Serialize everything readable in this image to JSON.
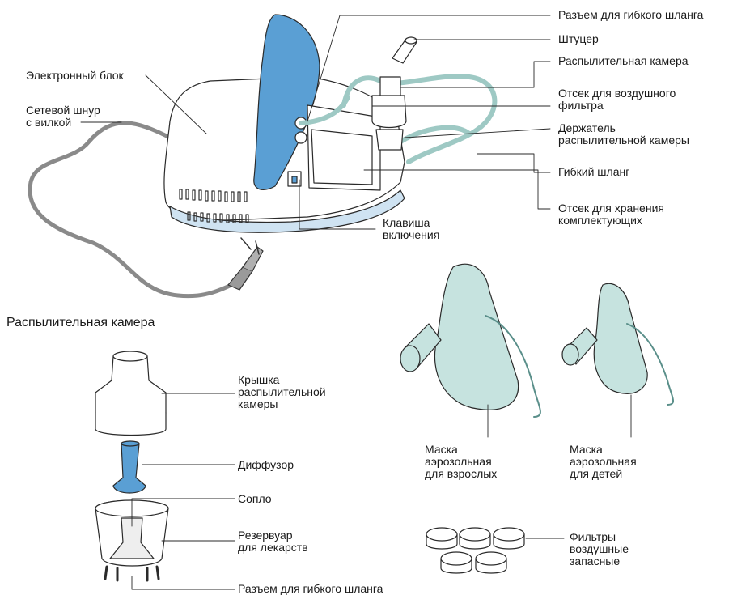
{
  "labels": {
    "electronic_unit": "Электронный блок",
    "power_cord": "Сетевой шнур\nс вилкой",
    "hose_connector_top": "Разъем для гибкого шланга",
    "mouthpiece": "Штуцер",
    "chamber_top": "Распылительная камера",
    "filter_compartment": "Отсек для воздушного\nфильтра",
    "chamber_holder": "Держатель\nраспылительной камеры",
    "flexible_hose": "Гибкий шланг",
    "storage_compartment": "Отсек для хранения\nкомплектующих",
    "power_key": "Клавиша\nвключения",
    "chamber_section_title": "Распылительная камера",
    "chamber_cap": "Крышка\nраспылительной\nкамеры",
    "diffuser": "Диффузор",
    "nozzle": "Сопло",
    "medicine_reservoir": "Резервуар\nдля лекарств",
    "hose_connector_bottom": "Разъем для гибкого шланга",
    "adult_mask": "Маска\nаэрозольная\nдля взрослых",
    "child_mask": "Маска\nаэрозольная\nдля детей",
    "spare_filters": "Фильтры\nвоздушные\nзапасные"
  },
  "colors": {
    "accent_blue": "#5a9fd4",
    "hose_teal": "#9ec9c4",
    "mask_teal": "#c6e3df",
    "cord_gray": "#8a8a8a",
    "line": "#2a2a2a"
  }
}
